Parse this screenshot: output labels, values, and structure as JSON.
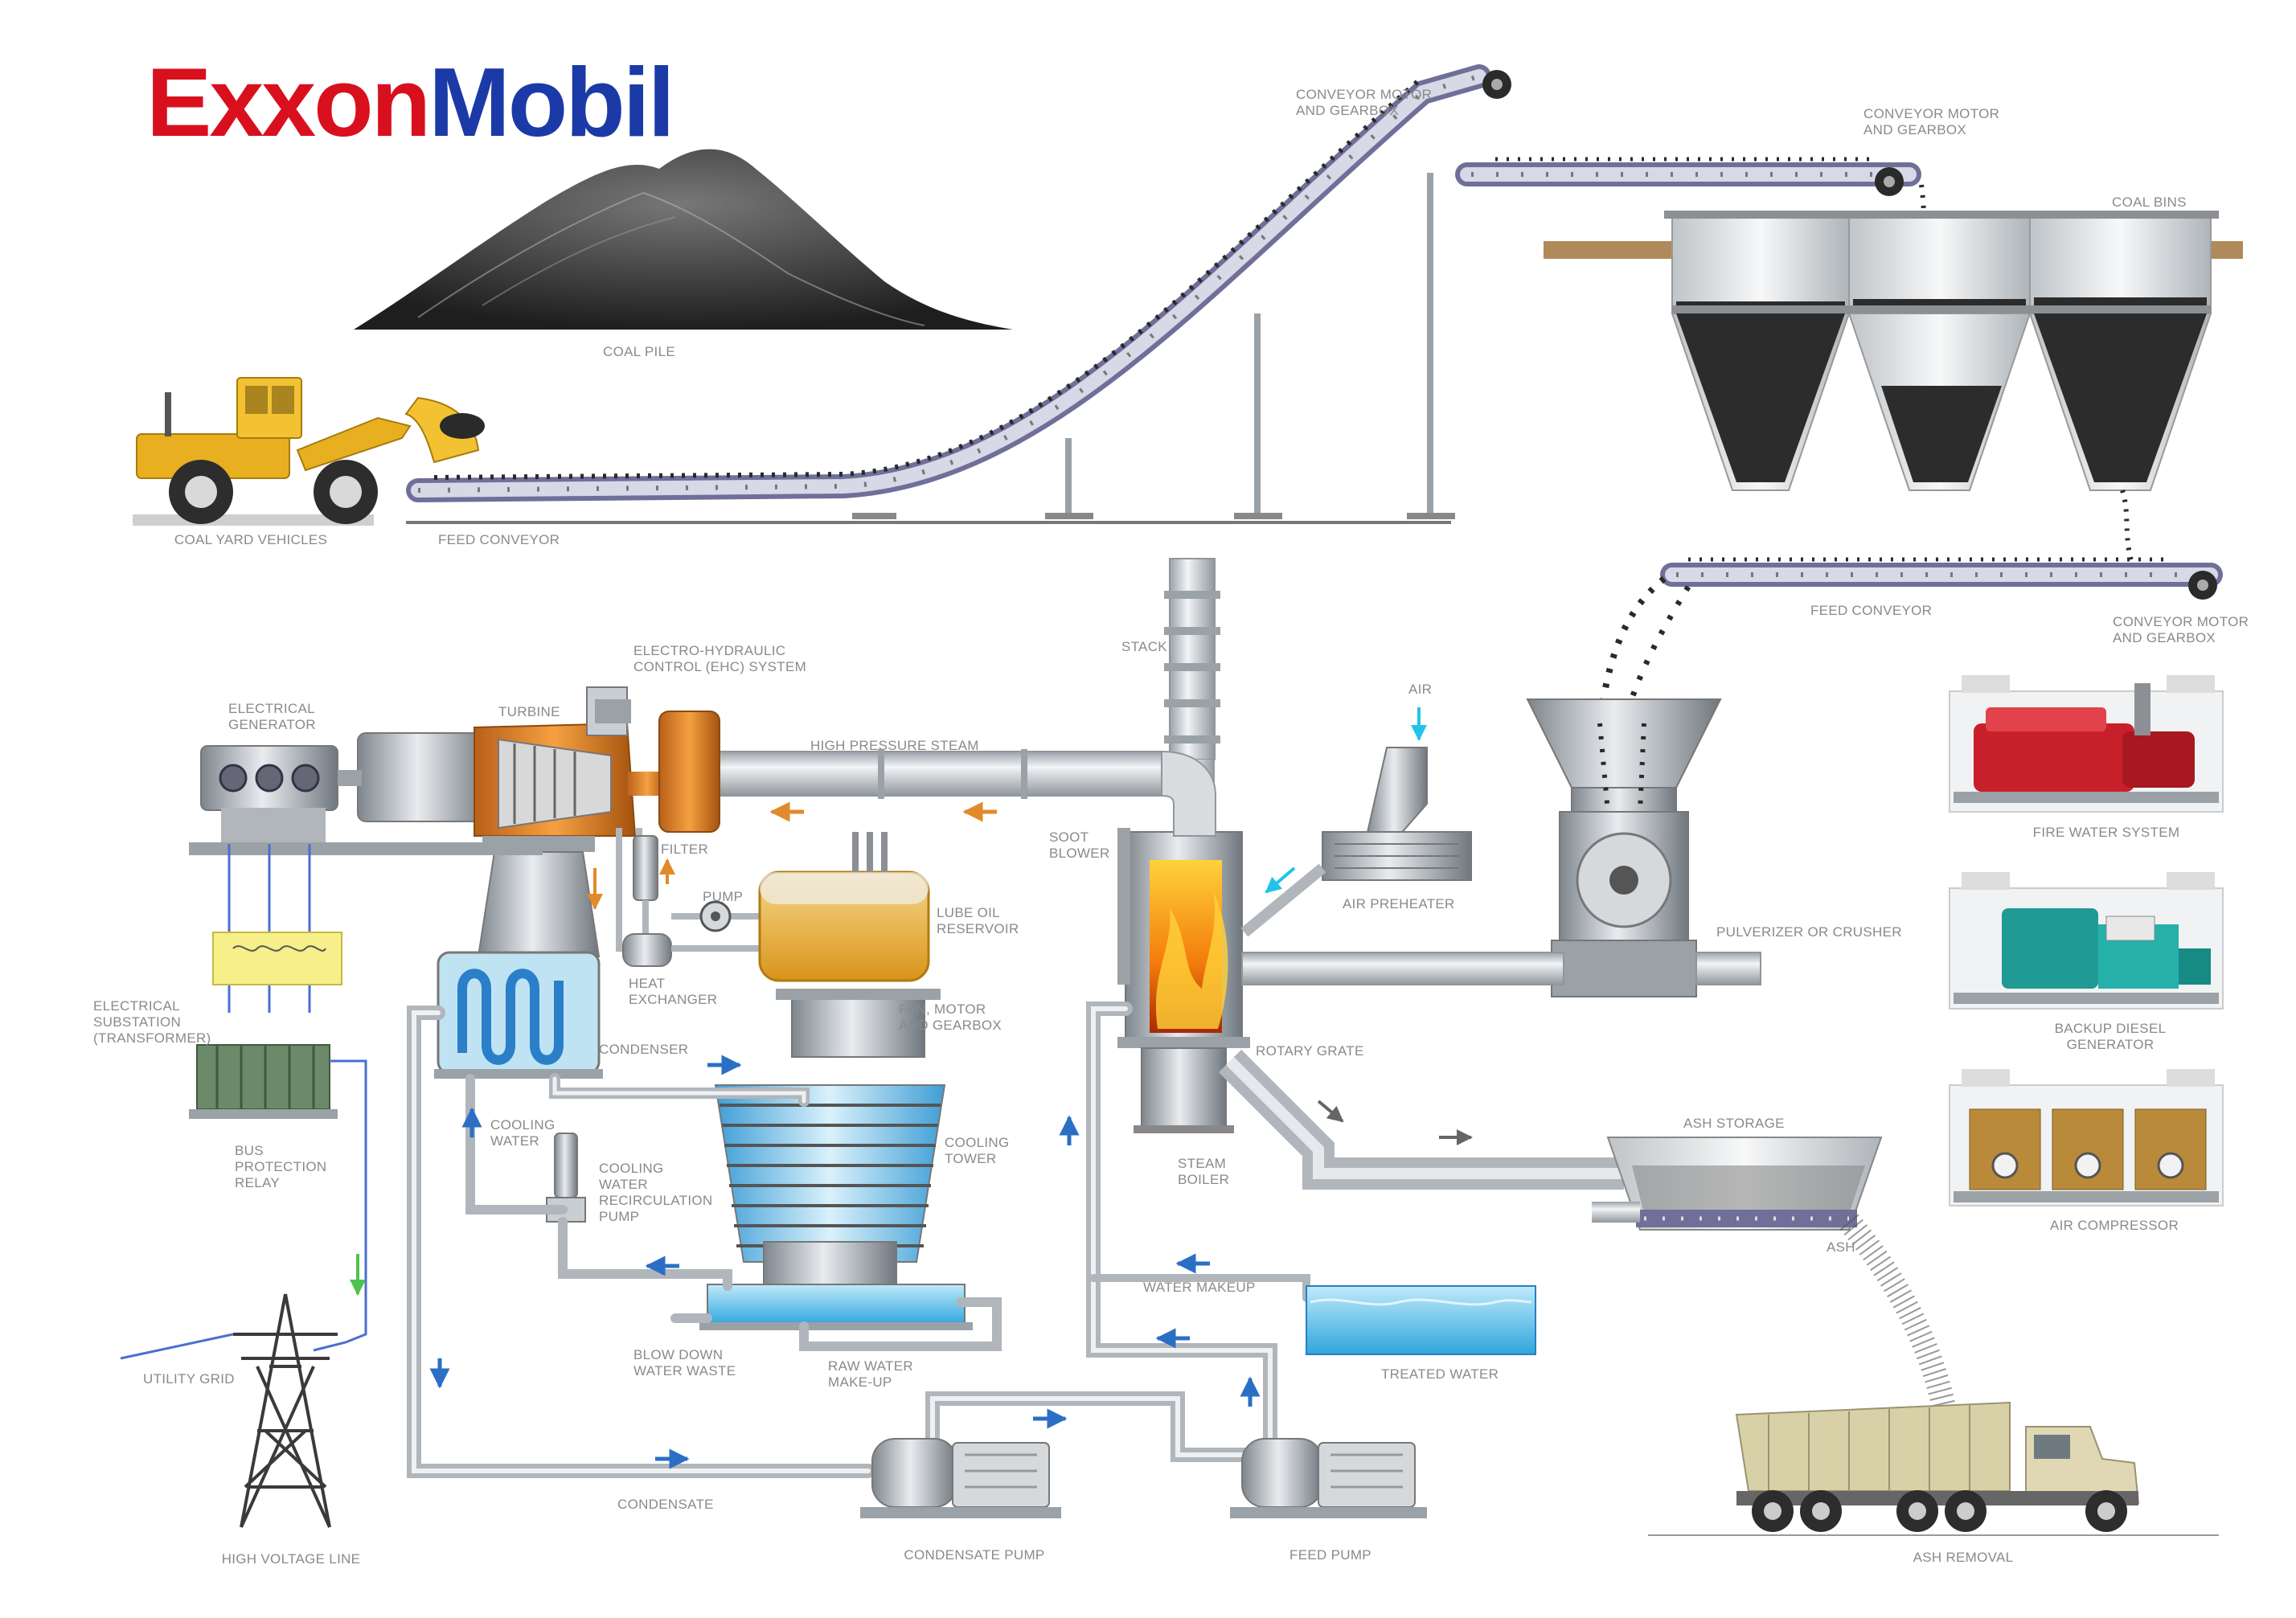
{
  "brand": {
    "part1": "ExxonM",
    "exxon": "Exxon",
    "mobil": "Mobil",
    "red": "#d8101e",
    "blue": "#1b3aa8"
  },
  "labels": {
    "coal_pile": "COAL PILE",
    "coal_yard_vehicles": "COAL YARD VEHICLES",
    "feed_conveyor_top": "FEED CONVEYOR",
    "conveyor_motor_1": "CONVEYOR MOTOR\nAND GEARBOX",
    "conveyor_motor_2": "CONVEYOR MOTOR\nAND GEARBOX",
    "coal_bins": "COAL BINS",
    "feed_conveyor_right": "FEED CONVEYOR",
    "conveyor_motor_3": "CONVEYOR MOTOR\nAND GEARBOX",
    "stack": "STACK",
    "electro_hydraulic": "ELECTRO-HYDRAULIC\nCONTROL (EHC) SYSTEM",
    "electrical_generator": "ELECTRICAL\nGENERATOR",
    "turbine": "TURBINE",
    "high_pressure_steam": "HIGH PRESSURE STEAM",
    "air": "AIR",
    "filter": "FILTER",
    "pump": "PUMP",
    "lube_oil_reservoir": "LUBE OIL\nRESERVOIR",
    "soot_blower": "SOOT\nBLOWER",
    "air_preheater": "AIR PREHEATER",
    "pulverizer": "PULVERIZER OR CRUSHER",
    "fire_water_system": "FIRE WATER SYSTEM",
    "heat_exchanger": "HEAT\nEXCHANGER",
    "fan_motor": "FAN, MOTOR\nAND GEARBOX",
    "electrical_substation": "ELECTRICAL\nSUBSTATION\n(TRANSFORMER)",
    "condenser": "CONDENSER",
    "rotary_grate": "ROTARY GRATE",
    "backup_diesel": "BACKUP DIESEL GENERATOR",
    "cooling_water": "COOLING\nWATER",
    "cooling_tower": "COOLING\nTOWER",
    "bus_protection": "BUS\nPROTECTION\nRELAY",
    "cooling_water_pump": "COOLING\nWATER\nRECIRCULATION\nPUMP",
    "ash_storage": "ASH STORAGE",
    "steam_boiler": "STEAM\nBOILER",
    "air_compressor": "AIR COMPRESSOR",
    "ash": "ASH",
    "water_makeup": "WATER MAKEUP",
    "utility_grid": "UTILITY GRID",
    "blow_down": "BLOW DOWN\nWATER WASTE",
    "raw_water": "RAW WATER\nMAKE-UP",
    "treated_water": "TREATED WATER",
    "condensate": "CONDENSATE",
    "high_voltage_line": "HIGH VOLTAGE LINE",
    "condensate_pump": "CONDENSATE PUMP",
    "feed_pump": "FEED PUMP",
    "ash_removal": "ASH REMOVAL"
  },
  "colors": {
    "label": "#8a8a8a",
    "pipe": "#c9ced3",
    "pipe_edge": "#8f969c",
    "flow_arrow_blue": "#2a6fc4",
    "flow_arrow_orange": "#e08a2a",
    "coal": "#2a2a2a",
    "loader": "#e8b020",
    "fire": "#f08a10",
    "water": "#6ec8ec",
    "fire_pump": "#c8202a",
    "diesel": "#1f9a94",
    "compressor": "#b88a3a"
  }
}
